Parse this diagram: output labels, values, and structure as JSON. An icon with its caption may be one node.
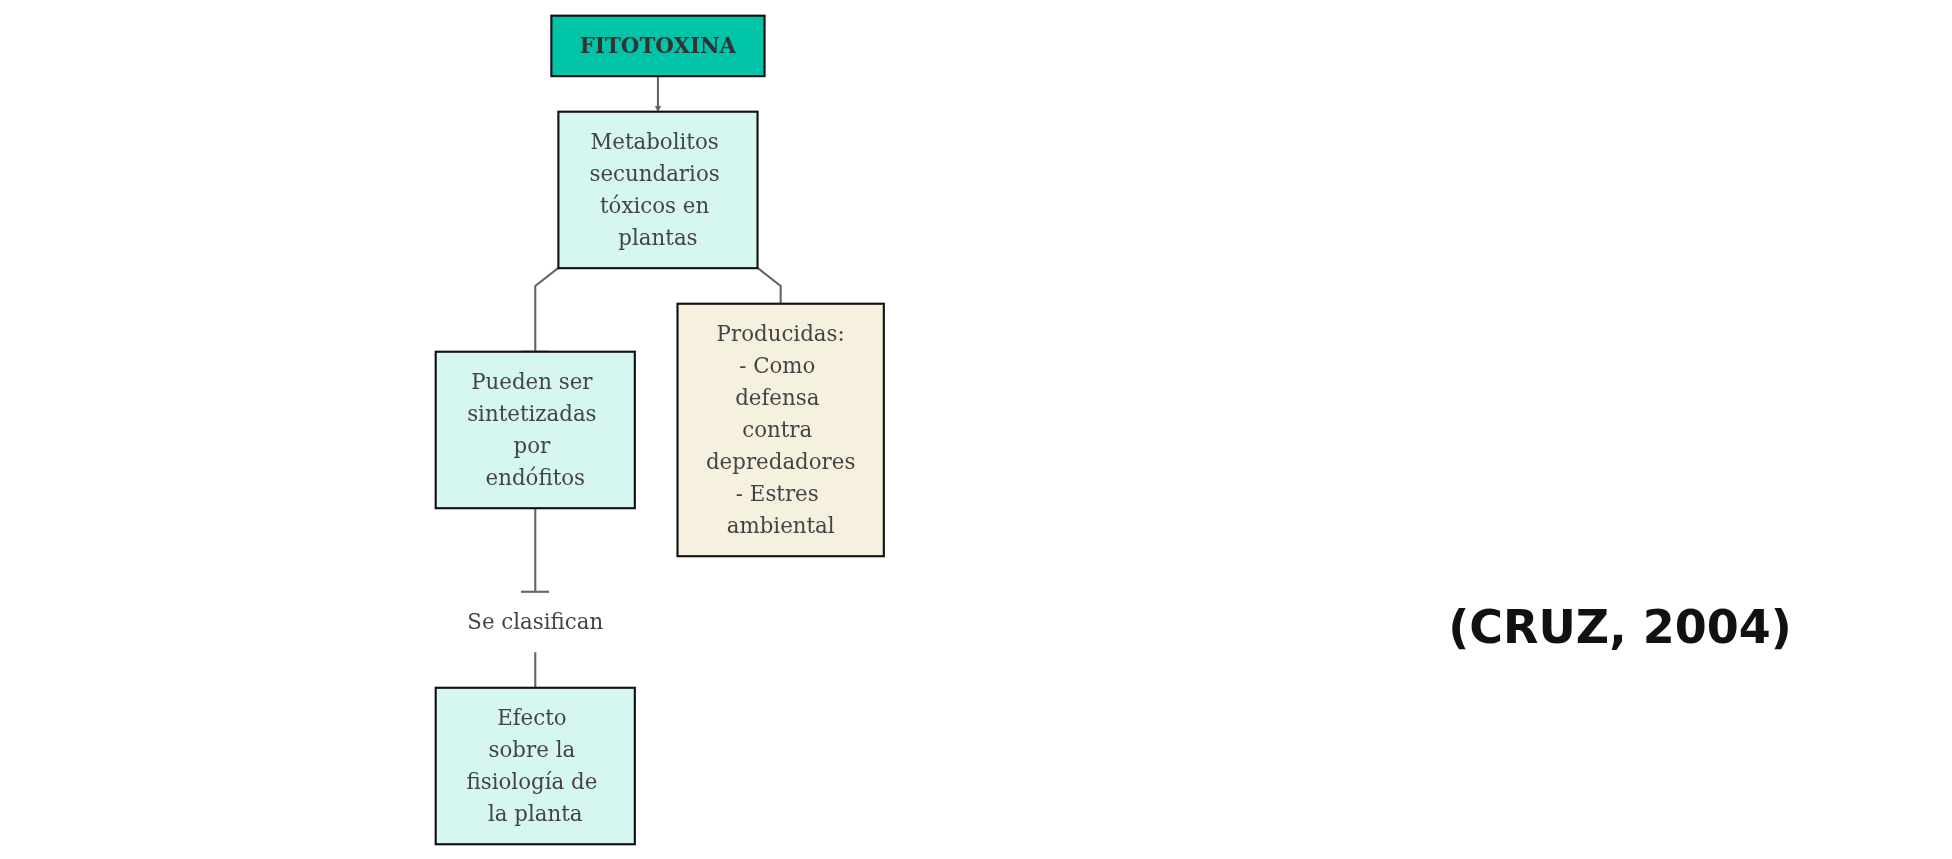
{
  "diagram": {
    "nodes": [
      {
        "text": [
          "FITOTOXINA"
        ]
      },
      {
        "text": [
          "Metabolitos secundarios tóxicos en plantas"
        ]
      },
      {
        "text": [
          "Pueden ser sintetizadas por endófitos"
        ]
      },
      {
        "text": [
          "Producidas:",
          "- Como defensa contra depredadores",
          "- Estres ambiental"
        ]
      },
      {
        "text": [
          "Se clasifican"
        ]
      },
      {
        "text": [
          "Efecto sobre la fisiología de la planta"
        ]
      }
    ],
    "edges": [
      {
        "from": 0,
        "to": 1,
        "arrow": "to"
      },
      {
        "from": 1,
        "to": 2,
        "arrow": "other"
      },
      {
        "from": 1,
        "to": 3,
        "arrow": "none"
      },
      {
        "from": 2,
        "to": 4,
        "arrow": "other"
      },
      {
        "from": 4,
        "to": 5,
        "arrow": "none"
      }
    ],
    "labels": [
      "(CRUZ, 2004)"
    ]
  }
}
